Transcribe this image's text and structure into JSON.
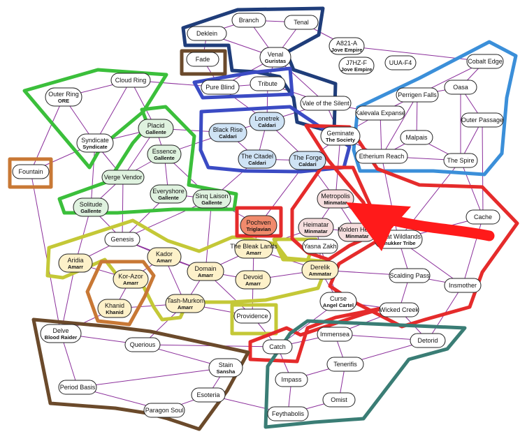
{
  "colors": {
    "edge": "#8b2f9b",
    "node_stroke": "#222222",
    "node_default": "#ffffff",
    "caldari": "#cfe3f5",
    "gallente": "#dff2df",
    "amarr": "#fdf1c9",
    "minmatar": "#f6dede",
    "triglavian": "#f08a6c",
    "red_arrow": "#ff1a1a"
  },
  "regions": [
    {
      "id": "r1",
      "name": "Deklein",
      "sub": "",
      "fill": "default"
    },
    {
      "id": "r2",
      "name": "Branch",
      "sub": "",
      "fill": "default"
    },
    {
      "id": "r3",
      "name": "Tenal",
      "sub": "",
      "fill": "default"
    },
    {
      "id": "r4",
      "name": "Fade",
      "sub": "",
      "fill": "default"
    },
    {
      "id": "r5",
      "name": "Venal",
      "sub": "Guristas",
      "fill": "default"
    },
    {
      "id": "r6",
      "name": "A821-A",
      "sub": "Jove Empire",
      "fill": "default"
    },
    {
      "id": "r7",
      "name": "J7HZ-F",
      "sub": "Jove Empire",
      "fill": "default"
    },
    {
      "id": "r8",
      "name": "UUA-F4",
      "sub": "",
      "fill": "default"
    },
    {
      "id": "r9",
      "name": "Cobalt Edge",
      "sub": "",
      "fill": "default"
    },
    {
      "id": "r10",
      "name": "Cloud Ring",
      "sub": "",
      "fill": "default"
    },
    {
      "id": "r11",
      "name": "Pure Blind",
      "sub": "",
      "fill": "default"
    },
    {
      "id": "r12",
      "name": "Tribute",
      "sub": "",
      "fill": "default"
    },
    {
      "id": "r13",
      "name": "Oasa",
      "sub": "",
      "fill": "default"
    },
    {
      "id": "r14",
      "name": "Outer Ring",
      "sub": "ORE",
      "fill": "default"
    },
    {
      "id": "r15",
      "name": "Vale of the Silent",
      "sub": "",
      "fill": "default"
    },
    {
      "id": "r16",
      "name": "Perrigen Falls",
      "sub": "",
      "fill": "default"
    },
    {
      "id": "r17",
      "name": "Kalevala Expanse",
      "sub": "",
      "fill": "default"
    },
    {
      "id": "r18",
      "name": "Lonetrek",
      "sub": "Caldari",
      "fill": "caldari"
    },
    {
      "id": "r19",
      "name": "Outer Passage",
      "sub": "",
      "fill": "default"
    },
    {
      "id": "r20",
      "name": "Placid",
      "sub": "Gallente",
      "fill": "gallente"
    },
    {
      "id": "r21",
      "name": "Black Rise",
      "sub": "Caldari",
      "fill": "caldari"
    },
    {
      "id": "r22",
      "name": "Geminate",
      "sub": "The Society",
      "fill": "default"
    },
    {
      "id": "r23",
      "name": "Malpais",
      "sub": "",
      "fill": "default"
    },
    {
      "id": "r24",
      "name": "Syndicate",
      "sub": "Syndicate",
      "fill": "default"
    },
    {
      "id": "r25",
      "name": "Essence",
      "sub": "Gallente",
      "fill": "gallente"
    },
    {
      "id": "r26",
      "name": "Etherium Reach",
      "sub": "",
      "fill": "default"
    },
    {
      "id": "r27",
      "name": "The Citadel",
      "sub": "Caldari",
      "fill": "caldari"
    },
    {
      "id": "r28",
      "name": "The Forge",
      "sub": "Caldari",
      "fill": "caldari"
    },
    {
      "id": "r29",
      "name": "The Spire",
      "sub": "",
      "fill": "default"
    },
    {
      "id": "r30",
      "name": "Fountain",
      "sub": "",
      "fill": "default"
    },
    {
      "id": "r31",
      "name": "Verge Vendor",
      "sub": "",
      "fill": "gallente"
    },
    {
      "id": "r32",
      "name": "Everyshore",
      "sub": "Gallente",
      "fill": "gallente"
    },
    {
      "id": "r33",
      "name": "Sinq Laison",
      "sub": "Gallente",
      "fill": "gallente"
    },
    {
      "id": "r34",
      "name": "Metropolis",
      "sub": "Minmatar",
      "fill": "minmatar"
    },
    {
      "id": "r35",
      "name": "Solitude",
      "sub": "Gallente",
      "fill": "gallente"
    },
    {
      "id": "r36",
      "name": "Cache",
      "sub": "",
      "fill": "default"
    },
    {
      "id": "r37",
      "name": "Pochven",
      "sub": "Triglavian",
      "fill": "triglavian"
    },
    {
      "id": "r38",
      "name": "Heimatar",
      "sub": "Minmatar",
      "fill": "minmatar"
    },
    {
      "id": "r39",
      "name": "Molden Heath",
      "sub": "Minmatar",
      "fill": "minmatar"
    },
    {
      "id": "r40",
      "name": "Great Wildlands",
      "sub": "Thukker Tribe",
      "fill": "default"
    },
    {
      "id": "r41",
      "name": "Genesis",
      "sub": "",
      "fill": "default"
    },
    {
      "id": "r42",
      "name": "The Bleak Lands",
      "sub": "Amarr",
      "fill": "amarr"
    },
    {
      "id": "r43",
      "name": "Yasna Zakh",
      "sub": "",
      "fill": "default"
    },
    {
      "id": "r44",
      "name": "Aridia",
      "sub": "Amarr",
      "fill": "amarr"
    },
    {
      "id": "r45",
      "name": "Kador",
      "sub": "Amarr",
      "fill": "amarr"
    },
    {
      "id": "r46",
      "name": "Derelik",
      "sub": "Ammatar",
      "fill": "amarr"
    },
    {
      "id": "r47",
      "name": "Domain",
      "sub": "Amarr",
      "fill": "amarr"
    },
    {
      "id": "r48",
      "name": "Devoid",
      "sub": "Amarr",
      "fill": "amarr"
    },
    {
      "id": "r49",
      "name": "Scalding Pass",
      "sub": "",
      "fill": "default"
    },
    {
      "id": "r50",
      "name": "Kor-Azor",
      "sub": "Amarr",
      "fill": "amarr"
    },
    {
      "id": "r51",
      "name": "Insmother",
      "sub": "",
      "fill": "default"
    },
    {
      "id": "r52",
      "name": "Curse",
      "sub": "Angel Cartel",
      "fill": "default"
    },
    {
      "id": "r53",
      "name": "Tash-Murkon",
      "sub": "Amarr",
      "fill": "amarr"
    },
    {
      "id": "r54",
      "name": "Khanid",
      "sub": "Khanid",
      "fill": "amarr"
    },
    {
      "id": "r55",
      "name": "Wicked Creek",
      "sub": "",
      "fill": "default"
    },
    {
      "id": "r56",
      "name": "Providence",
      "sub": "",
      "fill": "default"
    },
    {
      "id": "r57",
      "name": "Delve",
      "sub": "Blood Raider",
      "fill": "default"
    },
    {
      "id": "r58",
      "name": "Immensea",
      "sub": "",
      "fill": "default"
    },
    {
      "id": "r59",
      "name": "Detorid",
      "sub": "",
      "fill": "default"
    },
    {
      "id": "r60",
      "name": "Querious",
      "sub": "",
      "fill": "default"
    },
    {
      "id": "r61",
      "name": "Catch",
      "sub": "",
      "fill": "default"
    },
    {
      "id": "r62",
      "name": "Tenerifis",
      "sub": "",
      "fill": "default"
    },
    {
      "id": "r63",
      "name": "Stain",
      "sub": "Sansha",
      "fill": "default"
    },
    {
      "id": "r64",
      "name": "Impass",
      "sub": "",
      "fill": "default"
    },
    {
      "id": "r65",
      "name": "Period Basis",
      "sub": "",
      "fill": "default"
    },
    {
      "id": "r66",
      "name": "Esoteria",
      "sub": "",
      "fill": "default"
    },
    {
      "id": "r67",
      "name": "Omist",
      "sub": "",
      "fill": "default"
    },
    {
      "id": "r68",
      "name": "Paragon Soul",
      "sub": "",
      "fill": "default"
    },
    {
      "id": "r69",
      "name": "Feythabolis",
      "sub": "",
      "fill": "default"
    }
  ],
  "connections": [
    [
      "r1",
      "r2"
    ],
    [
      "r2",
      "r3"
    ],
    [
      "r2",
      "r5"
    ],
    [
      "r1",
      "r5"
    ],
    [
      "r3",
      "r5"
    ],
    [
      "r1",
      "r4"
    ],
    [
      "r5",
      "r12"
    ],
    [
      "r5",
      "r15"
    ],
    [
      "r3",
      "r6"
    ],
    [
      "r5",
      "r11"
    ],
    [
      "r4",
      "r11"
    ],
    [
      "r10",
      "r11"
    ],
    [
      "r10",
      "r14"
    ],
    [
      "r10",
      "r24"
    ],
    [
      "r10",
      "r20"
    ],
    [
      "r11",
      "r12"
    ],
    [
      "r11",
      "r18"
    ],
    [
      "r12",
      "r18"
    ],
    [
      "r12",
      "r15"
    ],
    [
      "r15",
      "r18"
    ],
    [
      "r15",
      "r17"
    ],
    [
      "r15",
      "r22"
    ],
    [
      "r6",
      "r9"
    ],
    [
      "r9",
      "r13"
    ],
    [
      "r9",
      "r16"
    ],
    [
      "r13",
      "r16"
    ],
    [
      "r13",
      "r19"
    ],
    [
      "r13",
      "r29"
    ],
    [
      "r16",
      "r17"
    ],
    [
      "r16",
      "r23"
    ],
    [
      "r16",
      "r26"
    ],
    [
      "r17",
      "r22"
    ],
    [
      "r17",
      "r26"
    ],
    [
      "r19",
      "r29"
    ],
    [
      "r19",
      "r36"
    ],
    [
      "r23",
      "r29"
    ],
    [
      "r23",
      "r26"
    ],
    [
      "r22",
      "r26"
    ],
    [
      "r22",
      "r34"
    ],
    [
      "r26",
      "r29"
    ],
    [
      "r26",
      "r40"
    ],
    [
      "r29",
      "r36"
    ],
    [
      "r29",
      "r40"
    ],
    [
      "r14",
      "r24"
    ],
    [
      "r14",
      "r30"
    ],
    [
      "r24",
      "r30"
    ],
    [
      "r24",
      "r20"
    ],
    [
      "r24",
      "r31"
    ],
    [
      "r24",
      "r35"
    ],
    [
      "r20",
      "r21"
    ],
    [
      "r20",
      "r25"
    ],
    [
      "r20",
      "r31"
    ],
    [
      "r25",
      "r31"
    ],
    [
      "r25",
      "r32"
    ],
    [
      "r25",
      "r33"
    ],
    [
      "r25",
      "r21"
    ],
    [
      "r18",
      "r21"
    ],
    [
      "r18",
      "r27"
    ],
    [
      "r18",
      "r28"
    ],
    [
      "r21",
      "r27"
    ],
    [
      "r27",
      "r28"
    ],
    [
      "r27",
      "r33"
    ],
    [
      "r28",
      "r34"
    ],
    [
      "r28",
      "r37"
    ],
    [
      "r28",
      "r22"
    ],
    [
      "r31",
      "r35"
    ],
    [
      "r31",
      "r41"
    ],
    [
      "r32",
      "r33"
    ],
    [
      "r32",
      "r41"
    ],
    [
      "r33",
      "r37"
    ],
    [
      "r33",
      "r47"
    ],
    [
      "r33",
      "r41"
    ],
    [
      "r30",
      "r57"
    ],
    [
      "r35",
      "r41"
    ],
    [
      "r35",
      "r44"
    ],
    [
      "r34",
      "r38"
    ],
    [
      "r34",
      "r39"
    ],
    [
      "r34",
      "r40"
    ],
    [
      "r38",
      "r39"
    ],
    [
      "r38",
      "r42"
    ],
    [
      "r38",
      "r43"
    ],
    [
      "r39",
      "r40"
    ],
    [
      "r40",
      "r36"
    ],
    [
      "r40",
      "r49"
    ],
    [
      "r40",
      "r51"
    ],
    [
      "r37",
      "r42"
    ],
    [
      "r41",
      "r44"
    ],
    [
      "r41",
      "r45"
    ],
    [
      "r41",
      "r47"
    ],
    [
      "r42",
      "r47"
    ],
    [
      "r42",
      "r48"
    ],
    [
      "r42",
      "r46"
    ],
    [
      "r43",
      "r46"
    ],
    [
      "r43",
      "r52"
    ],
    [
      "r44",
      "r50"
    ],
    [
      "r44",
      "r57"
    ],
    [
      "r45",
      "r47"
    ],
    [
      "r45",
      "r53"
    ],
    [
      "r45",
      "r50"
    ],
    [
      "r47",
      "r48"
    ],
    [
      "r47",
      "r53"
    ],
    [
      "r47",
      "r56"
    ],
    [
      "r48",
      "r46"
    ],
    [
      "r48",
      "r56"
    ],
    [
      "r46",
      "r52"
    ],
    [
      "r46",
      "r49"
    ],
    [
      "r49",
      "r51"
    ],
    [
      "r49",
      "r55"
    ],
    [
      "r51",
      "r36"
    ],
    [
      "r51",
      "r59"
    ],
    [
      "r52",
      "r55"
    ],
    [
      "r52",
      "r61"
    ],
    [
      "r50",
      "r54"
    ],
    [
      "r53",
      "r54"
    ],
    [
      "r53",
      "r56"
    ],
    [
      "r56",
      "r61"
    ],
    [
      "r55",
      "r59"
    ],
    [
      "r55",
      "r58"
    ],
    [
      "r57",
      "r60"
    ],
    [
      "r57",
      "r65"
    ],
    [
      "r60",
      "r61"
    ],
    [
      "r60",
      "r63"
    ],
    [
      "r61",
      "r58"
    ],
    [
      "r61",
      "r64"
    ],
    [
      "r58",
      "r59"
    ],
    [
      "r58",
      "r62"
    ],
    [
      "r59",
      "r62"
    ],
    [
      "r62",
      "r64"
    ],
    [
      "r62",
      "r67"
    ],
    [
      "r63",
      "r65"
    ],
    [
      "r63",
      "r66"
    ],
    [
      "r66",
      "r68"
    ],
    [
      "r66",
      "r69"
    ],
    [
      "r64",
      "r69"
    ],
    [
      "r67",
      "r69"
    ],
    [
      "r65",
      "r68"
    ],
    [
      "r54",
      "r57"
    ],
    [
      "r53",
      "r60"
    ]
  ]
}
